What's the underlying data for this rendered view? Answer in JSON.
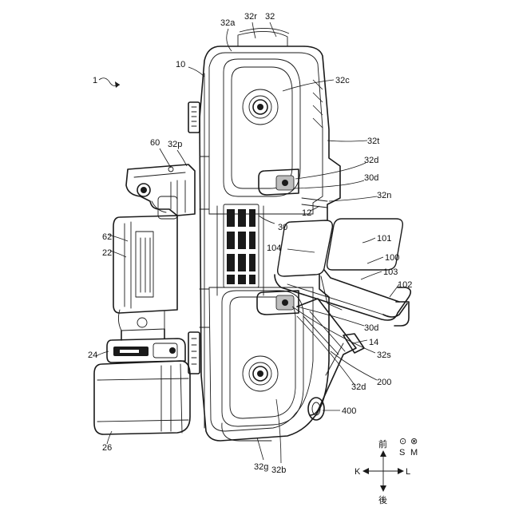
{
  "labels": {
    "l1": "1",
    "l10": "10",
    "l32a": "32a",
    "l32r": "32r",
    "l32": "32",
    "l32c": "32c",
    "l32t": "32t",
    "l60": "60",
    "l32p": "32p",
    "l32d_top": "32d",
    "l30d_top": "30d",
    "l32n": "32n",
    "l12": "12",
    "l30": "30",
    "l101": "101",
    "l62": "62",
    "l22": "22",
    "l104": "104",
    "l100": "100",
    "l103": "103",
    "l102": "102",
    "l24": "24",
    "l30d_bot": "30d",
    "l14": "14",
    "l32s": "32s",
    "l200": "200",
    "l32d_bot": "32d",
    "l400": "400",
    "l26": "26",
    "l32g": "32g",
    "l32b": "32b"
  },
  "direction_indicator": {
    "front": "前",
    "back": "後",
    "left": "L",
    "right": "K",
    "up": "S",
    "down": "M",
    "up_symbol": "⊙",
    "down_symbol": "⊗"
  }
}
